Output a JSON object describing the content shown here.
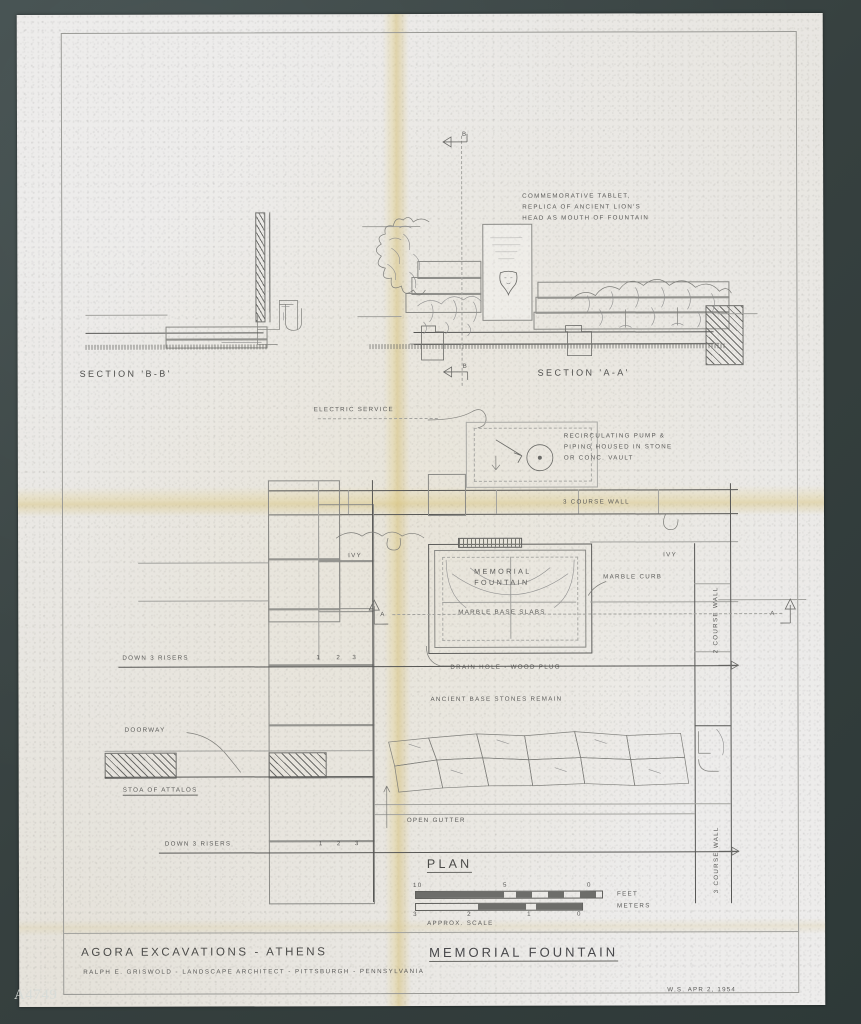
{
  "archive": {
    "number": "A4749"
  },
  "sheet": {
    "title_block": {
      "project": "AGORA  EXCAVATIONS  -  ATHENS",
      "drawing_title": "MEMORIAL  FOUNTAIN",
      "credit": "RALPH E. GRISWOLD  -  LANDSCAPE  ARCHITECT - PITTSBURGH - PENNSYLVANIA",
      "signature_date": "W.S.  APR 2, 1954"
    },
    "sections": {
      "bb_label": "SECTION 'B-B'",
      "aa_label": "SECTION 'A-A'",
      "tablet_note": [
        "COMMEMORATIVE  TABLET,",
        "REPLICA  OF  ANCIENT  LION'S",
        "HEAD  AS  MOUTH  OF  FOUNTAIN"
      ],
      "marker_b_top": "B",
      "marker_b_bottom": "B"
    },
    "plan": {
      "title": "PLAN",
      "labels": {
        "electric_service": "ELECTRIC  SERVICE",
        "pump_note": [
          "RECIRCULATING  PUMP  &",
          "PIPING  HOUSED  IN  STONE",
          "OR  CONC.  VAULT"
        ],
        "wall_3_course_top": "3  COURSE  WALL",
        "ivy_left": "IVY",
        "ivy_right": "IVY",
        "memorial_fountain": "MEMORIAL",
        "memorial_fountain_2": "FOUNTAIN",
        "marble_base_slabs": "MARBLE  BASE  SLABS",
        "marble_curb": "MARBLE  CURB",
        "drain_hole": "DRAIN HOLE - WOOD PLUG",
        "ancient_base_stones": "ANCIENT  BASE  STONES  REMAIN",
        "down_risers_upper": "DOWN 3 RISERS",
        "down_risers_lower": "DOWN 3 RISERS",
        "doorway": "DOORWAY",
        "stoa": "STOA  OF  ATTALOS",
        "open_gutter": "OPEN  GUTTER",
        "wall_2_course_right": "2  COURSE  WALL",
        "wall_3_course_right": "3  COURSE  WALL",
        "riser_numbers": [
          "1",
          "2",
          "3"
        ],
        "marker_a_left": "A",
        "marker_a_right": "A"
      }
    },
    "scale": {
      "caption": "APPROX.  SCALE",
      "feet_unit": "FEET",
      "meters_unit": "METERS",
      "feet_ticks": [
        "10",
        "5",
        "0"
      ],
      "meters_ticks": [
        "3",
        "2",
        "1",
        "0"
      ]
    }
  },
  "colors": {
    "mount": "#36403f",
    "paper": "#edeceb",
    "ink": "#5d5d5d",
    "crease": "#d8c478"
  }
}
